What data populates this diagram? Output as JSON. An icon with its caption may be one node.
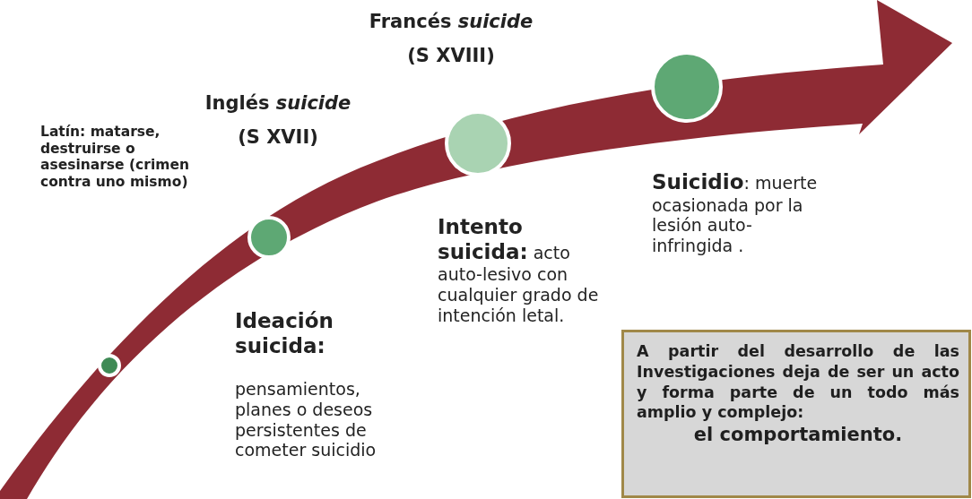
{
  "diagram": {
    "nodes": [
      {
        "text": [],
        "shape": "circle"
      },
      {
        "text": [],
        "shape": "circle"
      },
      {
        "text": [],
        "shape": "circle"
      },
      {
        "text": [],
        "shape": "circle"
      },
      {
        "text": [
          "A partir del desarrollo de las Investigaciones deja de ser un acto y forma parte de un todo más amplio y complejo:",
          "el comportamiento."
        ]
      }
    ],
    "labels": [
      "Francés *suicide*",
      "(S XVIII)",
      "Inglés *suicide*",
      "(S XVII)",
      "Latín: matarse, destruirse o asesinarse (crimen contra uno mismo)",
      "**Suicidio**: muerte ocasionada por la lesión auto-infringida .",
      "**Intento suicida:** acto auto-lesivo con cualquier grado de intención letal.",
      "Ideación suicida:",
      "pensamientos, planes o deseos persistentes de cometer suicidio"
    ]
  }
}
